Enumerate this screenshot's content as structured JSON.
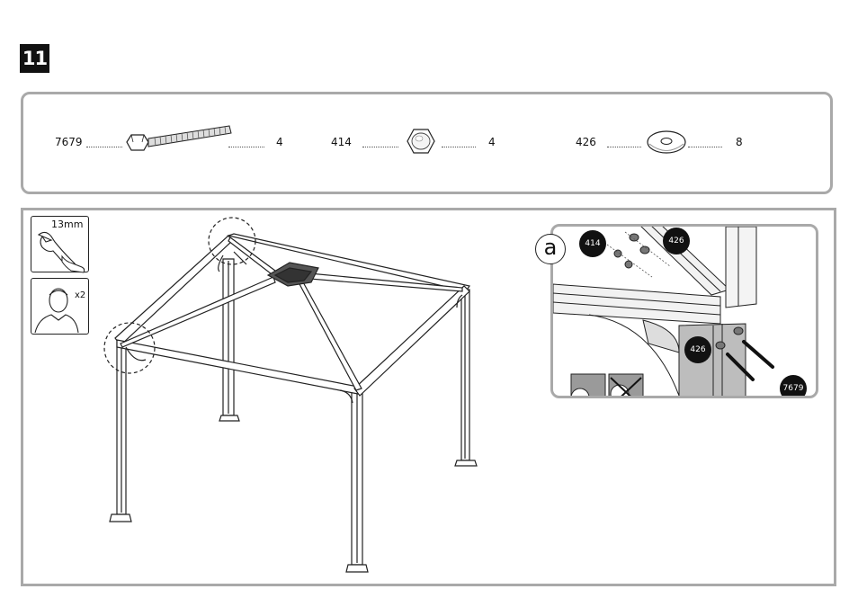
{
  "step": {
    "number": "11"
  },
  "parts": [
    {
      "id": "7679",
      "qty": "4",
      "icon": "bolt-icon"
    },
    {
      "id": "414",
      "qty": "4",
      "icon": "cap-nut-icon"
    },
    {
      "id": "426",
      "qty": "8",
      "icon": "washer-icon"
    }
  ],
  "tools": {
    "wrench_size": "13mm",
    "people_count": "x2"
  },
  "detail": {
    "letter": "a",
    "callouts": [
      "414",
      "426",
      "426",
      "7679"
    ]
  },
  "colors": {
    "frame": "#a9a9a9",
    "badge": "#111111",
    "gray_post": "#bdbdbd"
  }
}
